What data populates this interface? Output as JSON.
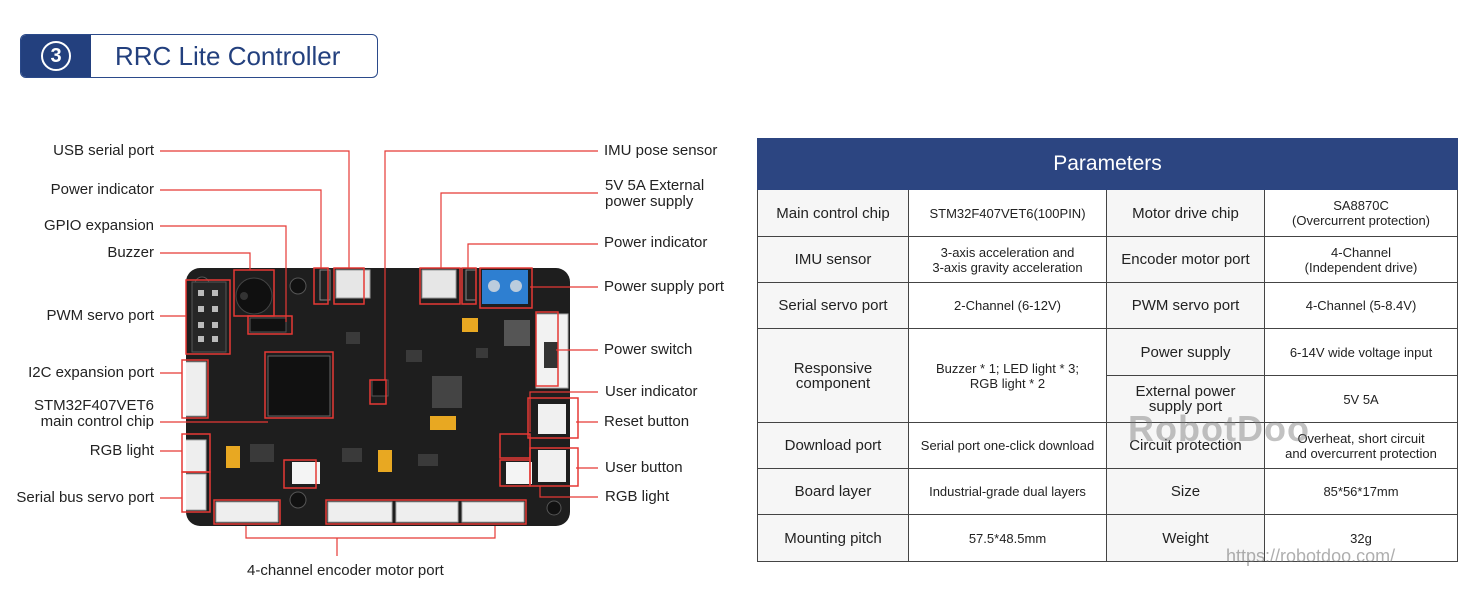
{
  "header": {
    "number": "3",
    "title": "RRC Lite Controller"
  },
  "labels_left": {
    "usb_serial": "USB serial port",
    "power_indicator": "Power indicator",
    "gpio": "GPIO expansion",
    "buzzer": "Buzzer",
    "pwm_servo": "PWM servo port",
    "i2c": "I2C expansion port",
    "chip_line1": "STM32F407VET6",
    "chip_line2": "main control chip",
    "rgb_light": "RGB light",
    "serial_bus_servo": "Serial bus servo port"
  },
  "labels_right": {
    "imu": "IMU pose sensor",
    "ext_power_line1": "5V 5A External",
    "ext_power_line2": "power supply",
    "power_indicator": "Power indicator",
    "power_supply_port": "Power supply port",
    "power_switch": "Power switch",
    "user_indicator": "User indicator",
    "reset_button": "Reset button",
    "user_button": "User button",
    "rgb_light": "RGB light"
  },
  "label_bottom": "4-channel encoder motor port",
  "params": {
    "title": "Parameters",
    "r1": {
      "k1": "Main control chip",
      "v1": "STM32F407VET6(100PIN)",
      "k2": "Motor drive chip",
      "v2a": "SA8870C",
      "v2b": "(Overcurrent protection)"
    },
    "r2": {
      "k1": "IMU sensor",
      "v1a": "3-axis acceleration and",
      "v1b": "3-axis gravity acceleration",
      "k2": "Encoder motor port",
      "v2a": "4-Channel",
      "v2b": "(Independent drive)"
    },
    "r3": {
      "k1": "Serial servo port",
      "v1": "2-Channel (6-12V)",
      "k2": "PWM servo port",
      "v2": "4-Channel (5-8.4V)"
    },
    "r4": {
      "k1a": "Responsive",
      "k1b": "component",
      "v1a": "Buzzer * 1; LED light * 3;",
      "v1b": "RGB light * 2",
      "k2": "Power supply",
      "v2": "6-14V wide voltage input"
    },
    "r5": {
      "k2a": "External power",
      "k2b": "supply port",
      "v2": "5V 5A"
    },
    "r6": {
      "k1": "Download port",
      "v1": "Serial port one-click download",
      "k2": "Circuit protection",
      "v2a": "Overheat, short circuit",
      "v2b": "and overcurrent protection"
    },
    "r7": {
      "k1": "Board layer",
      "v1": "Industrial-grade dual layers",
      "k2": "Size",
      "v2": "85*56*17mm"
    },
    "r8": {
      "k1": "Mounting pitch",
      "v1": "57.5*48.5mm",
      "k2": "Weight",
      "v2": "32g"
    }
  },
  "watermark": "RobotDoo",
  "watermark_url": "https://robotdoo.com/",
  "colors": {
    "header_blue": "#23407e",
    "table_header": "#2c4581",
    "callout_red": "#e53935",
    "board": "#1e1e1e"
  }
}
